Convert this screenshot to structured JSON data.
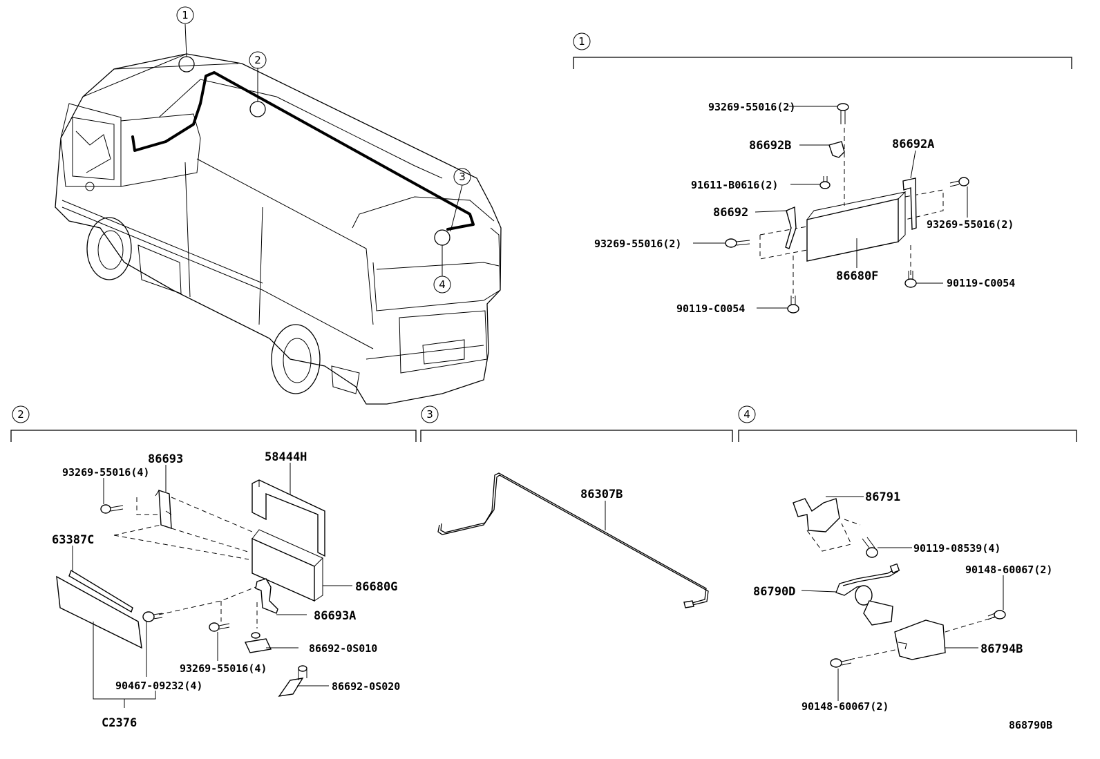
{
  "diagram_id": "868790B",
  "callouts": [
    "1",
    "2",
    "3",
    "4"
  ],
  "section1": {
    "number": "1",
    "labels": {
      "top_bolt": "93269-55016(2)",
      "bracket_b": "86692B",
      "bracket_a": "86692A",
      "screw_91611": "91611-B0616(2)",
      "bracket": "86692",
      "bolt_left": "93269-55016(2)",
      "bolt_right": "93269-55016(2)",
      "unit": "86680F",
      "bolt_bottom_left": "90119-C0054",
      "bolt_bottom_right": "90119-C0054"
    }
  },
  "section2": {
    "number": "2",
    "labels": {
      "bracket_top": "86693",
      "screw_top": "93269-55016(4)",
      "cover": "58444H",
      "molding": "63387C",
      "unit": "86680G",
      "bracket_bottom": "86693A",
      "screw_bottom": "93269-55016(4)",
      "clip_1": "86692-0S010",
      "clip_2": "86692-0S020",
      "clip_screw": "90467-09232(4)",
      "assembly": "C2376"
    }
  },
  "section3": {
    "number": "3",
    "labels": {
      "cable": "86307B"
    }
  },
  "section4": {
    "number": "4",
    "labels": {
      "bracket": "86791",
      "bolt_bracket": "90119-08539(4)",
      "screw_top": "90148-60067(2)",
      "socket": "86790D",
      "lamp": "86794B",
      "screw_bottom": "90148-60067(2)"
    }
  }
}
